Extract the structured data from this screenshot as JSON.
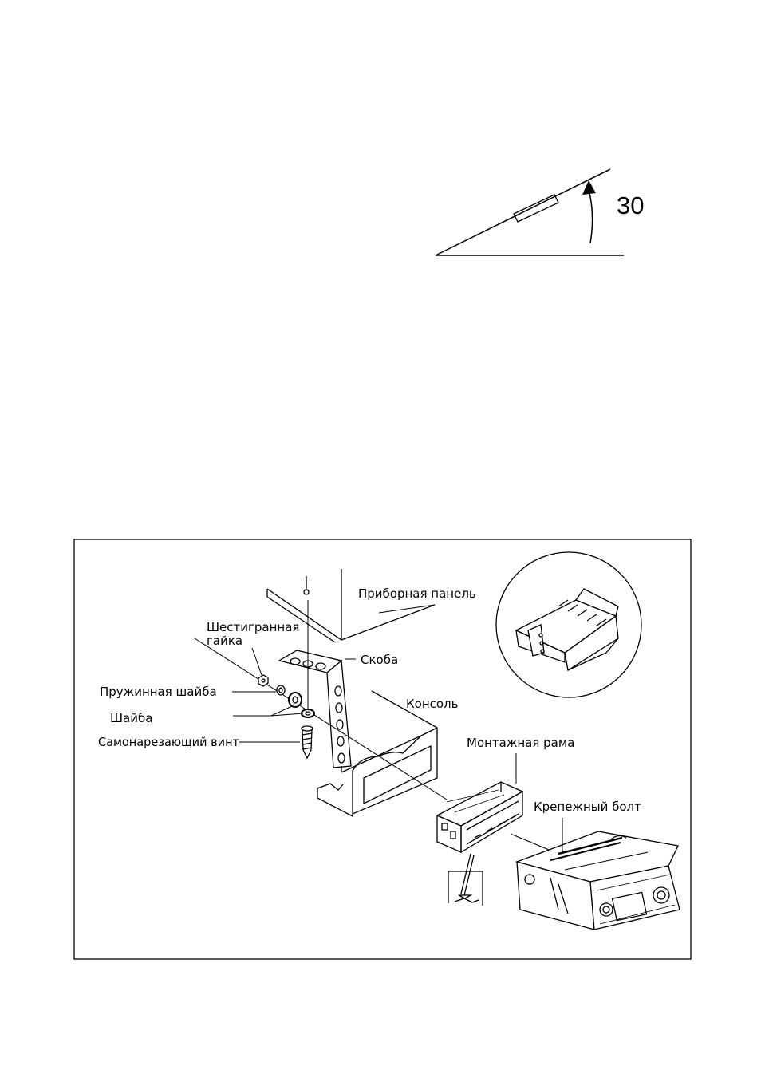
{
  "angle_diagram": {
    "angle_label": "30"
  },
  "mounting_diagram": {
    "labels": {
      "dashboard": "Приборная панель",
      "hex_nut_line1": "Шестигранная",
      "hex_nut_line2": "гайка",
      "bracket": "Скоба",
      "spring_washer": "Пружинная шайба",
      "washer": "Шайба",
      "console": "Консоль",
      "self_tapping_screw": "Самонарезающий винт",
      "mounting_frame": "Монтажная рама",
      "fixing_bolt": "Крепежный болт"
    }
  }
}
